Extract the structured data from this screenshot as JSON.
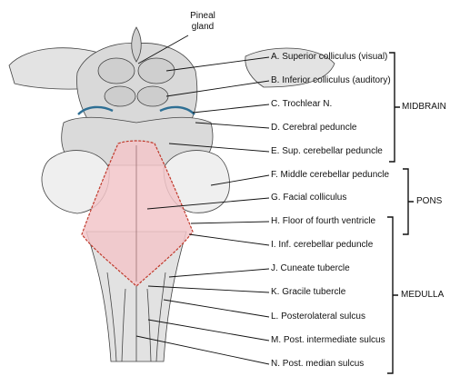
{
  "pineal": {
    "line1": "Pineal",
    "line2": "gland"
  },
  "labels": [
    "A. Superior colliculus (visual)",
    "B. Inferior colliculus (auditory)",
    "C. Trochlear N.",
    "D. Cerebral peduncle",
    "E. Sup. cerebellar peduncle",
    "F. Middle cerebellar peduncle",
    "G. Facial colliculus",
    "H. Floor of fourth ventricle",
    "I. Inf. cerebellar peduncle",
    "J. Cuneate tubercle",
    "K. Gracile tubercle",
    "L. Posterolateral sulcus",
    "M. Post. intermediate sulcus",
    "N. Post. median sulcus"
  ],
  "groups": {
    "midbrain": "MIDBRAIN",
    "pons": "PONS",
    "medulla": "MEDULLA"
  },
  "colors": {
    "ventricle_fill": "#f2c6c9",
    "ventricle_outline": "#c0392b",
    "trochlear": "#2e6f94",
    "tissue": "#e6e6e6",
    "ink": "#222222"
  }
}
